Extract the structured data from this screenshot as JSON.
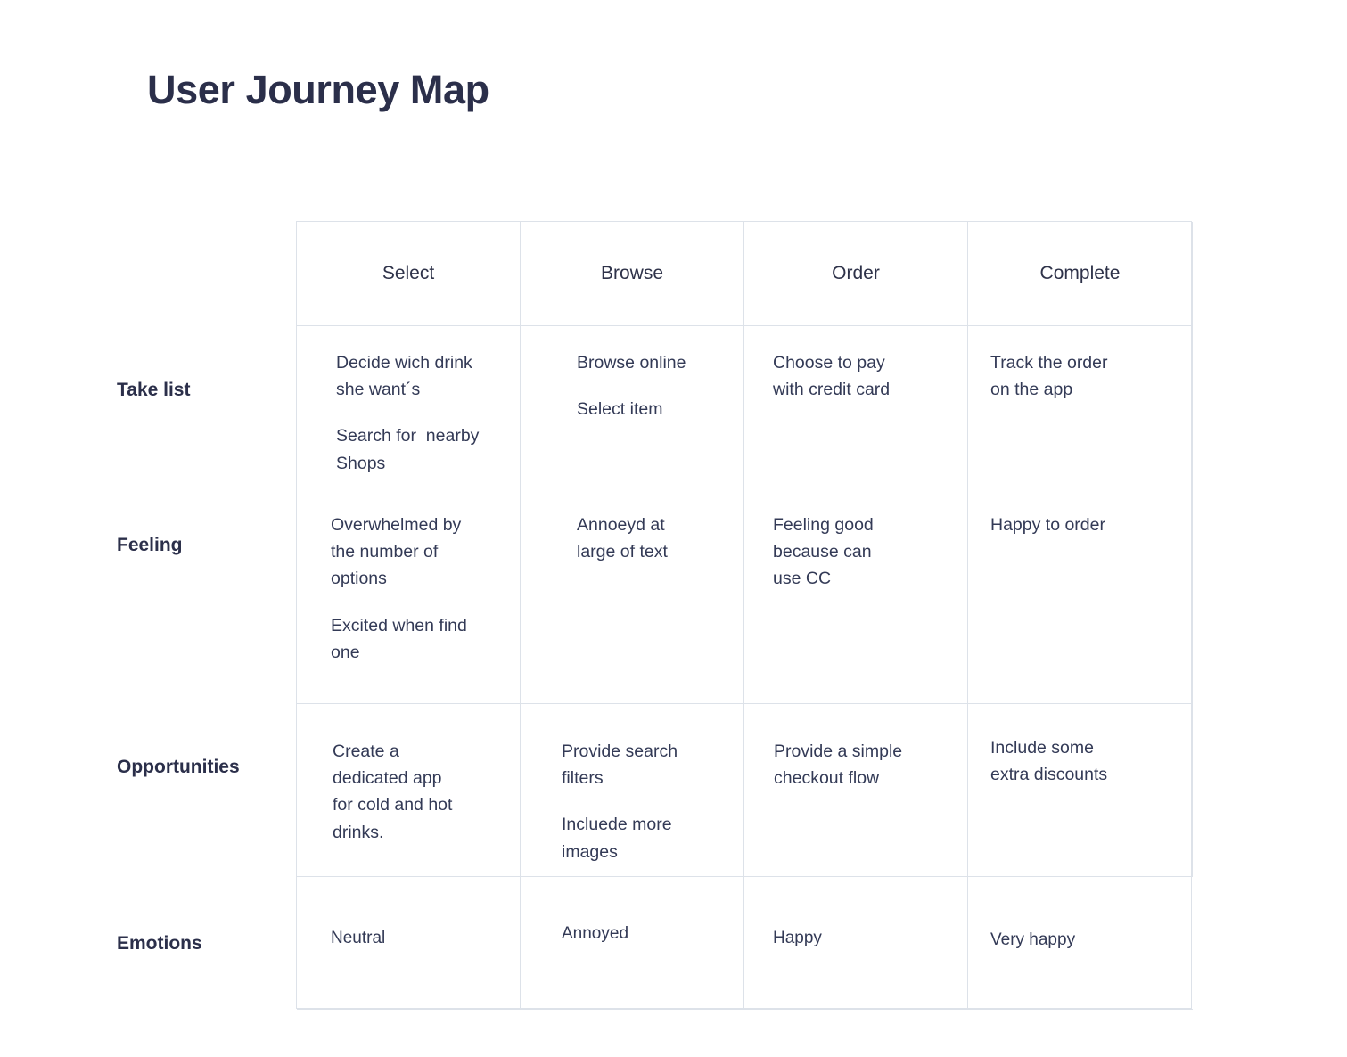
{
  "page": {
    "title": "User Journey Map",
    "accent_text_color": "#2b2f4a",
    "body_text_color": "#333a56",
    "grid_line_color": "#dde2e9",
    "background_color": "#ffffff"
  },
  "journey_map": {
    "stages": [
      {
        "label": "Select"
      },
      {
        "label": "Browse"
      },
      {
        "label": "Order"
      },
      {
        "label": "Complete"
      }
    ],
    "rows": [
      {
        "label": "Take list",
        "cells": [
          {
            "blocks": [
              "Decide wich drink\nshe want´s",
              "Search for  nearby\nShops"
            ]
          },
          {
            "blocks": [
              "Browse online",
              "Select item"
            ]
          },
          {
            "blocks": [
              "Choose to pay\nwith credit card"
            ]
          },
          {
            "blocks": [
              "Track the order\non the app"
            ]
          }
        ]
      },
      {
        "label": "Feeling",
        "cells": [
          {
            "blocks": [
              "Overwhelmed by\nthe number of\noptions",
              "Excited when find\none"
            ]
          },
          {
            "blocks": [
              "Annoeyd at\nlarge of text"
            ]
          },
          {
            "blocks": [
              "Feeling good\nbecause can\nuse CC"
            ]
          },
          {
            "blocks": [
              "Happy to order"
            ]
          }
        ]
      },
      {
        "label": "Opportunities",
        "cells": [
          {
            "blocks": [
              "Create a\ndedicated app\nfor cold and hot\ndrinks."
            ]
          },
          {
            "blocks": [
              "Provide search\nfilters",
              "Incluede more\nimages"
            ]
          },
          {
            "blocks": [
              "Provide a simple\ncheckout flow"
            ]
          },
          {
            "blocks": [
              "Include some\nextra discounts"
            ]
          }
        ]
      },
      {
        "label": "Emotions",
        "cells": [
          {
            "blocks": [
              "Neutral"
            ]
          },
          {
            "blocks": [
              "Annoyed"
            ]
          },
          {
            "blocks": [
              "Happy"
            ]
          },
          {
            "blocks": [
              "Very happy"
            ]
          }
        ]
      }
    ]
  }
}
